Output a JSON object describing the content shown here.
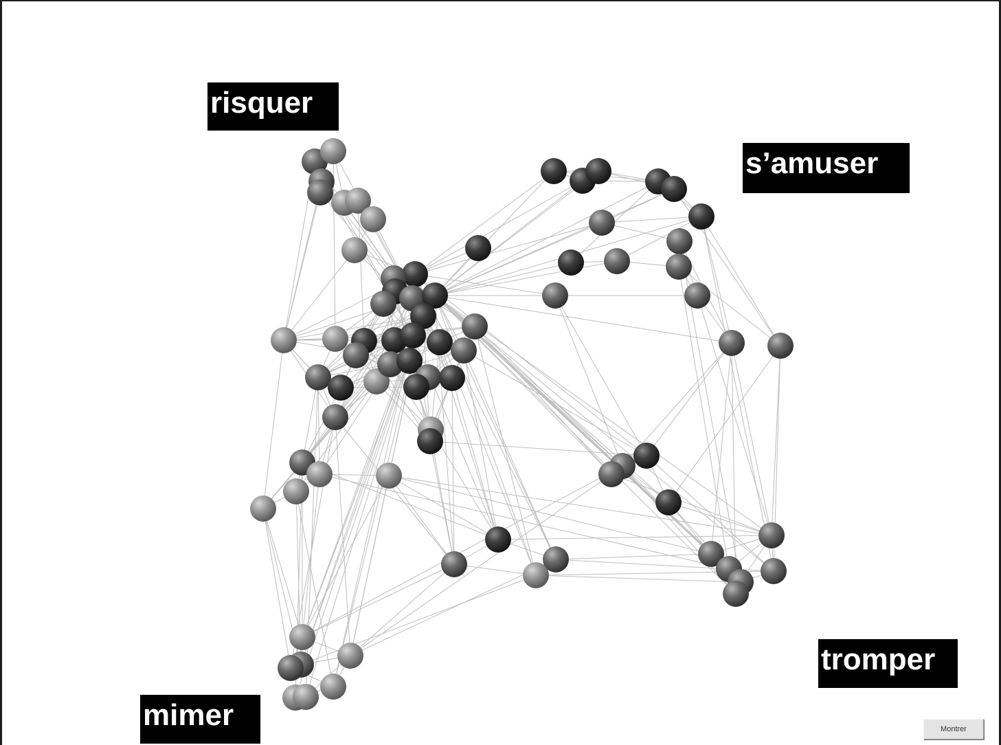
{
  "labels": {
    "top_left": "risquer",
    "top_right": "s’amuser",
    "bottom_right": "tromper",
    "bottom_left": "mimer"
  },
  "controls": {
    "show_button_label": "Montrer"
  },
  "colors": {
    "background": "#ffffff",
    "label_background": "#000000",
    "label_text": "#ffffff",
    "edge": "#bdbdbd",
    "node_dark": "#3a3a3a",
    "node_medium": "#6a6a6a",
    "node_light": "#979797"
  }
}
